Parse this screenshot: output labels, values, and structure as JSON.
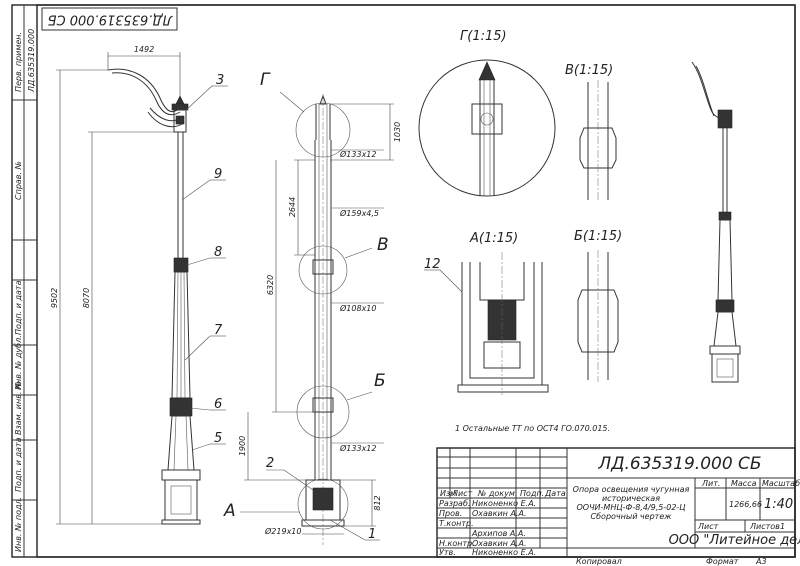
{
  "rotated_label": "ЛД.635319.000 СБ",
  "side_stamp": {
    "cells": [
      "Перв. примен.",
      "ЛД.635319.000",
      "Справ. №",
      "Подп. и дата",
      "Инв. № дубл.",
      "Взам. инв. №",
      "Подп. и дата",
      "Инв. № подл."
    ]
  },
  "elevation": {
    "dimensions": {
      "arm_reach": "1492",
      "total_height": "9502",
      "shaft_height": "8070"
    },
    "callouts": [
      "3",
      "9",
      "8",
      "7",
      "6",
      "5"
    ]
  },
  "section_view": {
    "dimensions": {
      "top": "1030",
      "mid_upper": "2644",
      "main": "6320",
      "lower": "1900",
      "base": "812"
    },
    "diameters": {
      "d_top": "Ø133x12",
      "d_upper": "Ø159x4,5",
      "d_mid": "Ø108x10",
      "d_low": "Ø133x12",
      "d_base": "Ø219x10"
    },
    "view_markers": {
      "g": "Г",
      "v": "В",
      "b": "Б",
      "a": "А"
    },
    "callouts": {
      "c2": "2",
      "c1": "1"
    }
  },
  "detail_views": {
    "g": "Г(1:15)",
    "v": "В(1:15)",
    "a": "А(1:15)",
    "b": "Б(1:15)",
    "a_callout": "12"
  },
  "note": "1 Остальные ТТ по ОСТ4 ГО.070.015.",
  "title_block": {
    "code": "ЛД.635319.000 СБ",
    "title_lines": [
      "Опора освещения чугунная",
      "историческая",
      "ООЧИ-МНЦ-Ф-8,4/9,5-02-Ц",
      "Сборочный чертеж"
    ],
    "col_headers": [
      "Изм",
      "Лист",
      "№ докум.",
      "Подп.",
      "Дата"
    ],
    "roles": [
      {
        "role": "Разраб.",
        "name": "Никоненко Е.А."
      },
      {
        "role": "Пров.",
        "name": "Охавкин А.А."
      },
      {
        "role": "Т.контр.",
        "name": ""
      },
      {
        "role": "",
        "name": "Архипов А.А."
      },
      {
        "role": "Н.контр.",
        "name": "Охавкин А.А."
      },
      {
        "role": "Утв.",
        "name": "Никоненко Е.А."
      }
    ],
    "lit_label": "Лит.",
    "mass_label": "Масса",
    "scale_label": "Масштаб",
    "mass": "1266,66",
    "scale": "1:40",
    "sheet_label": "Лист",
    "sheets_label": "Листов",
    "sheets_value": "1",
    "company": "ООО \"Литейное дело\"",
    "copied": "Копировал",
    "format_label": "Формат",
    "format_value": "А3"
  }
}
